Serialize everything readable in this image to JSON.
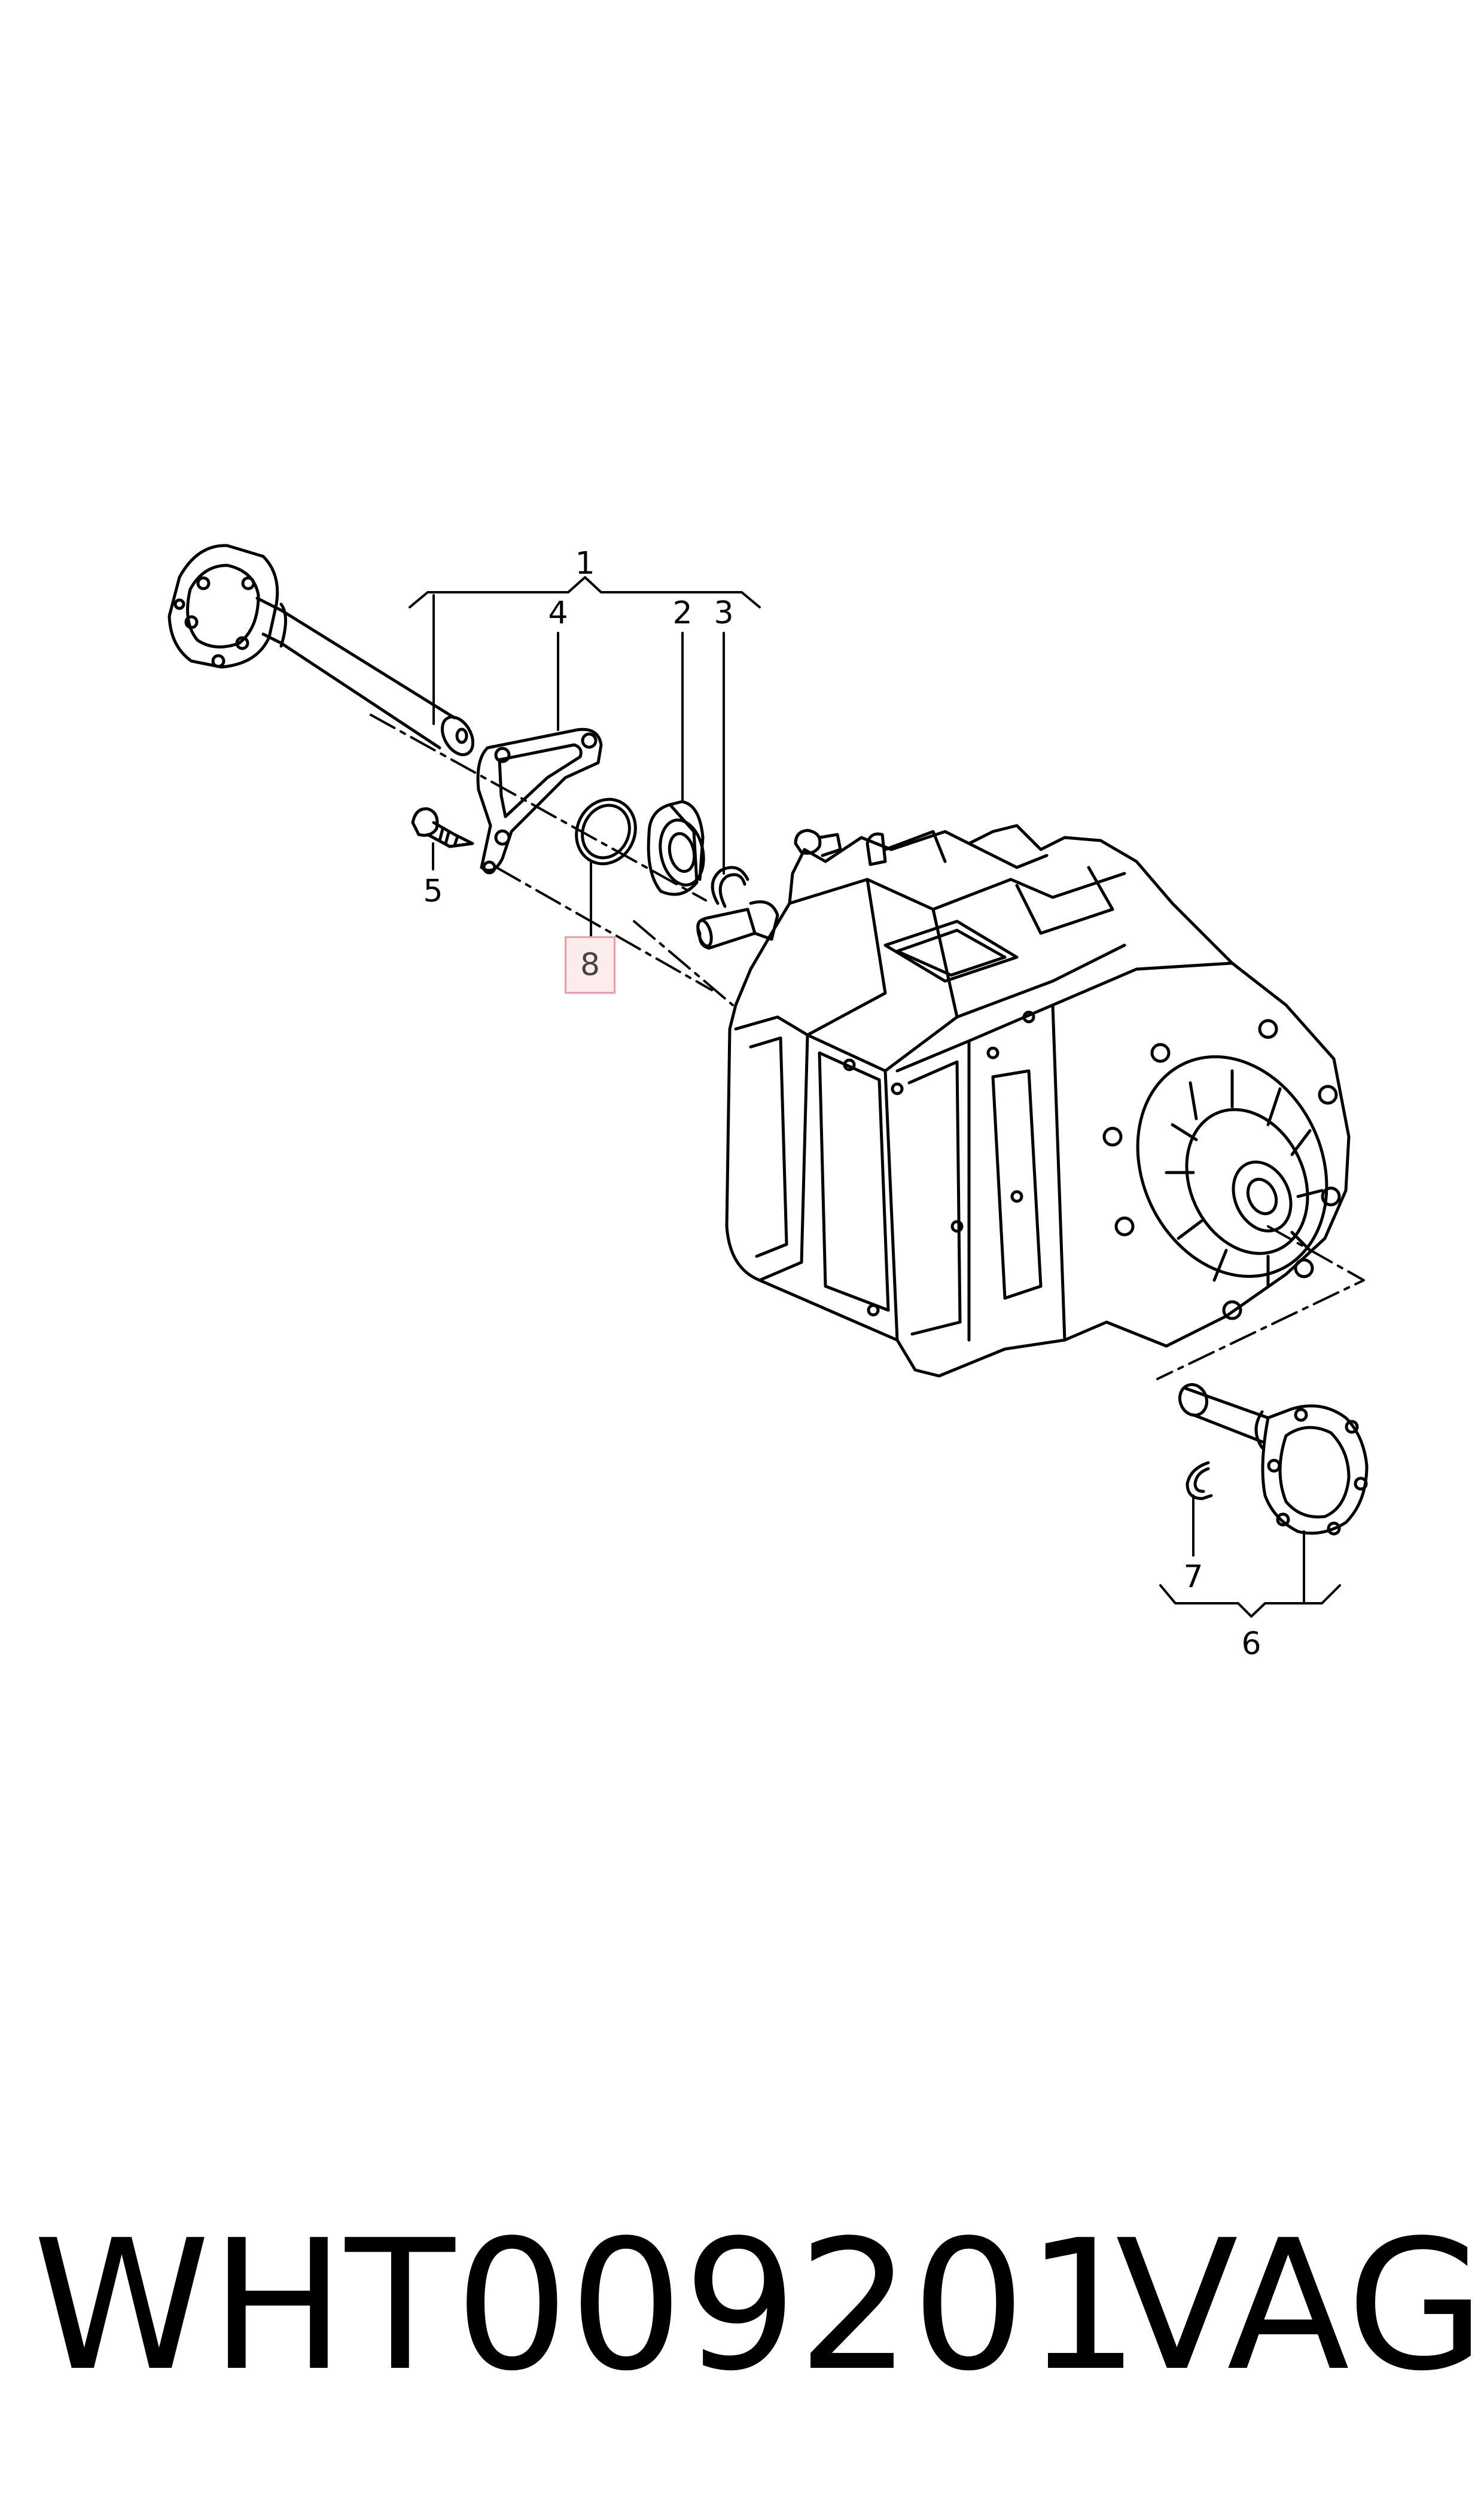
{
  "callouts": {
    "c1": "1",
    "c2": "2",
    "c3": "3",
    "c4": "4",
    "c5": "5",
    "c6": "6",
    "c7": "7",
    "c8": "8"
  },
  "footer": {
    "part_number": "WHT009201",
    "brand": "VAG"
  },
  "colors": {
    "line": "#000000",
    "highlight_fill": "#fdecec",
    "highlight_border": "#e9a0a0"
  }
}
